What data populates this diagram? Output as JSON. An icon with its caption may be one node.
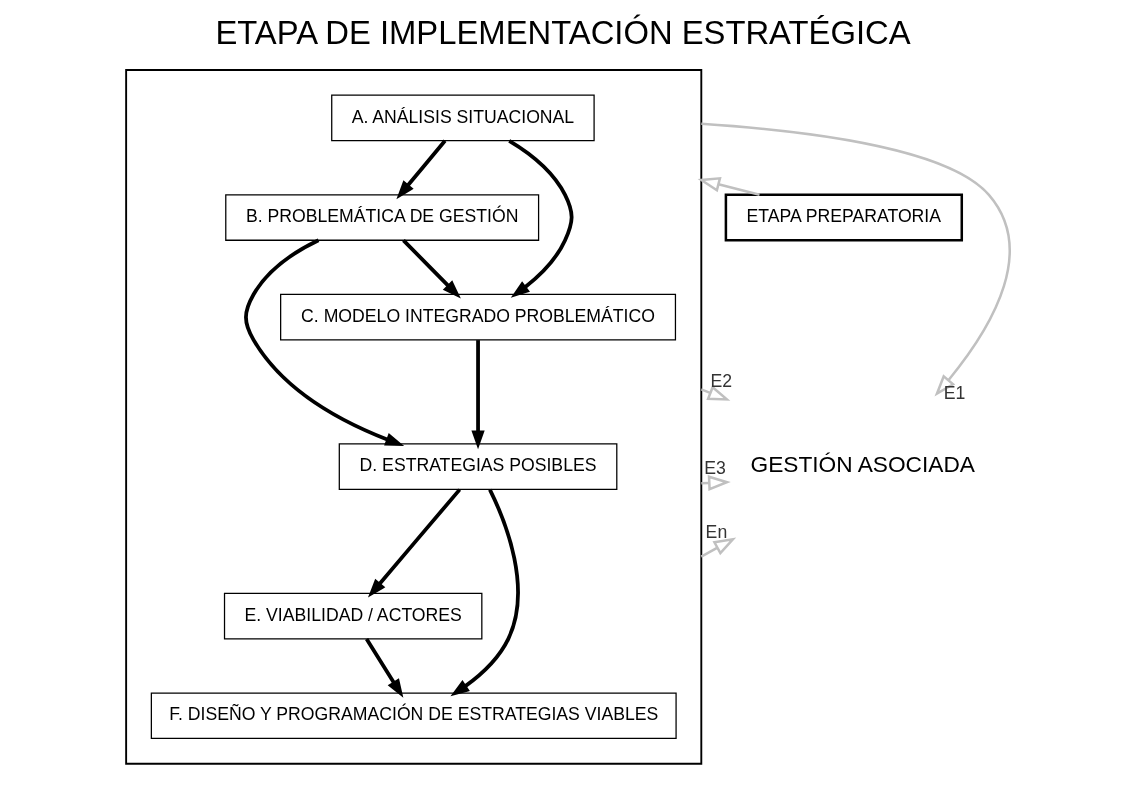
{
  "diagram": {
    "title": "ETAPA DE IMPLEMENTACIÓN ESTRATÉGICA",
    "nodes": [
      {
        "text": [
          "ETAPA PREPARATORIA"
        ]
      },
      {
        "text": [],
        "shape": "box"
      },
      {
        "text": [
          "A. ANÁLISIS SITUACIONAL"
        ],
        "in": 1
      },
      {
        "text": [
          "B. PROBLEMÁTICA DE GESTIÓN"
        ],
        "in": 1
      },
      {
        "text": [
          "C. MODELO INTEGRADO PROBLEMÁTICO"
        ],
        "in": 1
      },
      {
        "text": [
          "D. ESTRATEGIAS POSIBLES"
        ],
        "in": 1
      },
      {
        "text": [
          "E. VIABILIDAD / ACTORES"
        ],
        "in": 1
      },
      {
        "text": [
          "F. DISEÑO Y PROGRAMACIÓN DE ESTRATEGIAS VIABLES"
        ],
        "in": 1
      },
      {
        "text": [
          "GESTIÓN ASOCIADA"
        ]
      }
    ],
    "edges": [
      {
        "from": 2,
        "to": 3,
        "arrow": "to"
      },
      {
        "from": 2,
        "to": 4,
        "arrow": "to"
      },
      {
        "from": 3,
        "to": 4,
        "arrow": "to"
      },
      {
        "from": 3,
        "to": 5,
        "arrow": "to"
      },
      {
        "from": 4,
        "to": 5,
        "arrow": "to"
      },
      {
        "from": 5,
        "to": 6,
        "arrow": "to"
      },
      {
        "from": 6,
        "to": 7,
        "arrow": "to"
      },
      {
        "from": 5,
        "to": 7,
        "arrow": "to"
      },
      {
        "from": 0,
        "to": 1,
        "arrow": "to",
        "color": "#c0c0c0"
      },
      {
        "from": 1,
        "to": 8,
        "arrow": "to",
        "label": "E1",
        "color": "#c0c0c0"
      },
      {
        "from": 1,
        "to": 8,
        "arrow": "to",
        "label": "E2",
        "color": "#c0c0c0"
      },
      {
        "from": 1,
        "to": 8,
        "arrow": "to",
        "label": "E3",
        "color": "#c0c0c0"
      },
      {
        "from": 1,
        "to": 8,
        "arrow": "to",
        "label": "En",
        "color": "#c0c0c0"
      }
    ]
  }
}
